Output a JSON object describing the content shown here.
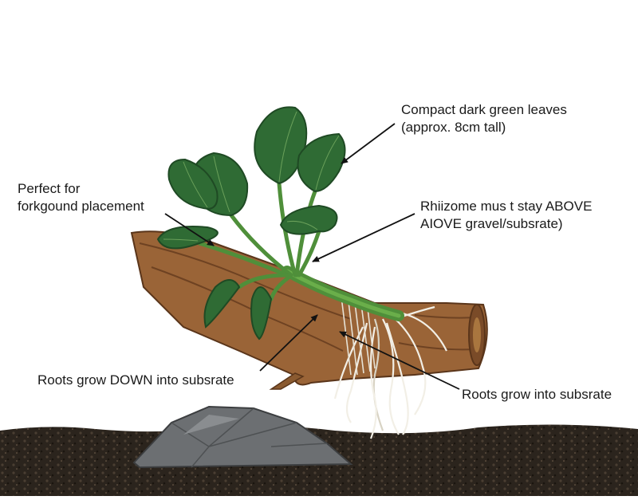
{
  "labels": {
    "leaves": {
      "line1": "Compact dark green leaves",
      "line2": "(approx. 8cm tall)"
    },
    "foreground": {
      "line1": "Perfect for",
      "line2": "forkgound placement"
    },
    "rhizome": {
      "line1": "Rhiizome mus t stay ABOVE",
      "line2": "AIOVE gravel/subsrate)"
    },
    "roots_down": {
      "line1": "Roots grow DOWN into subsrate"
    },
    "roots_into": {
      "line1": "Roots grow into subsrate"
    }
  },
  "colors": {
    "leaf": "#2f6b34",
    "leaf_dark": "#1f4a24",
    "stem": "#4f8f3a",
    "wood": "#9a6437",
    "wood_dark": "#6e4222",
    "soil": "#2b241d",
    "rock": "#6c6f72",
    "root": "#f2efe6"
  },
  "icons": {
    "plant": "anubias-plant",
    "driftwood": "driftwood-log",
    "rock": "stone"
  }
}
